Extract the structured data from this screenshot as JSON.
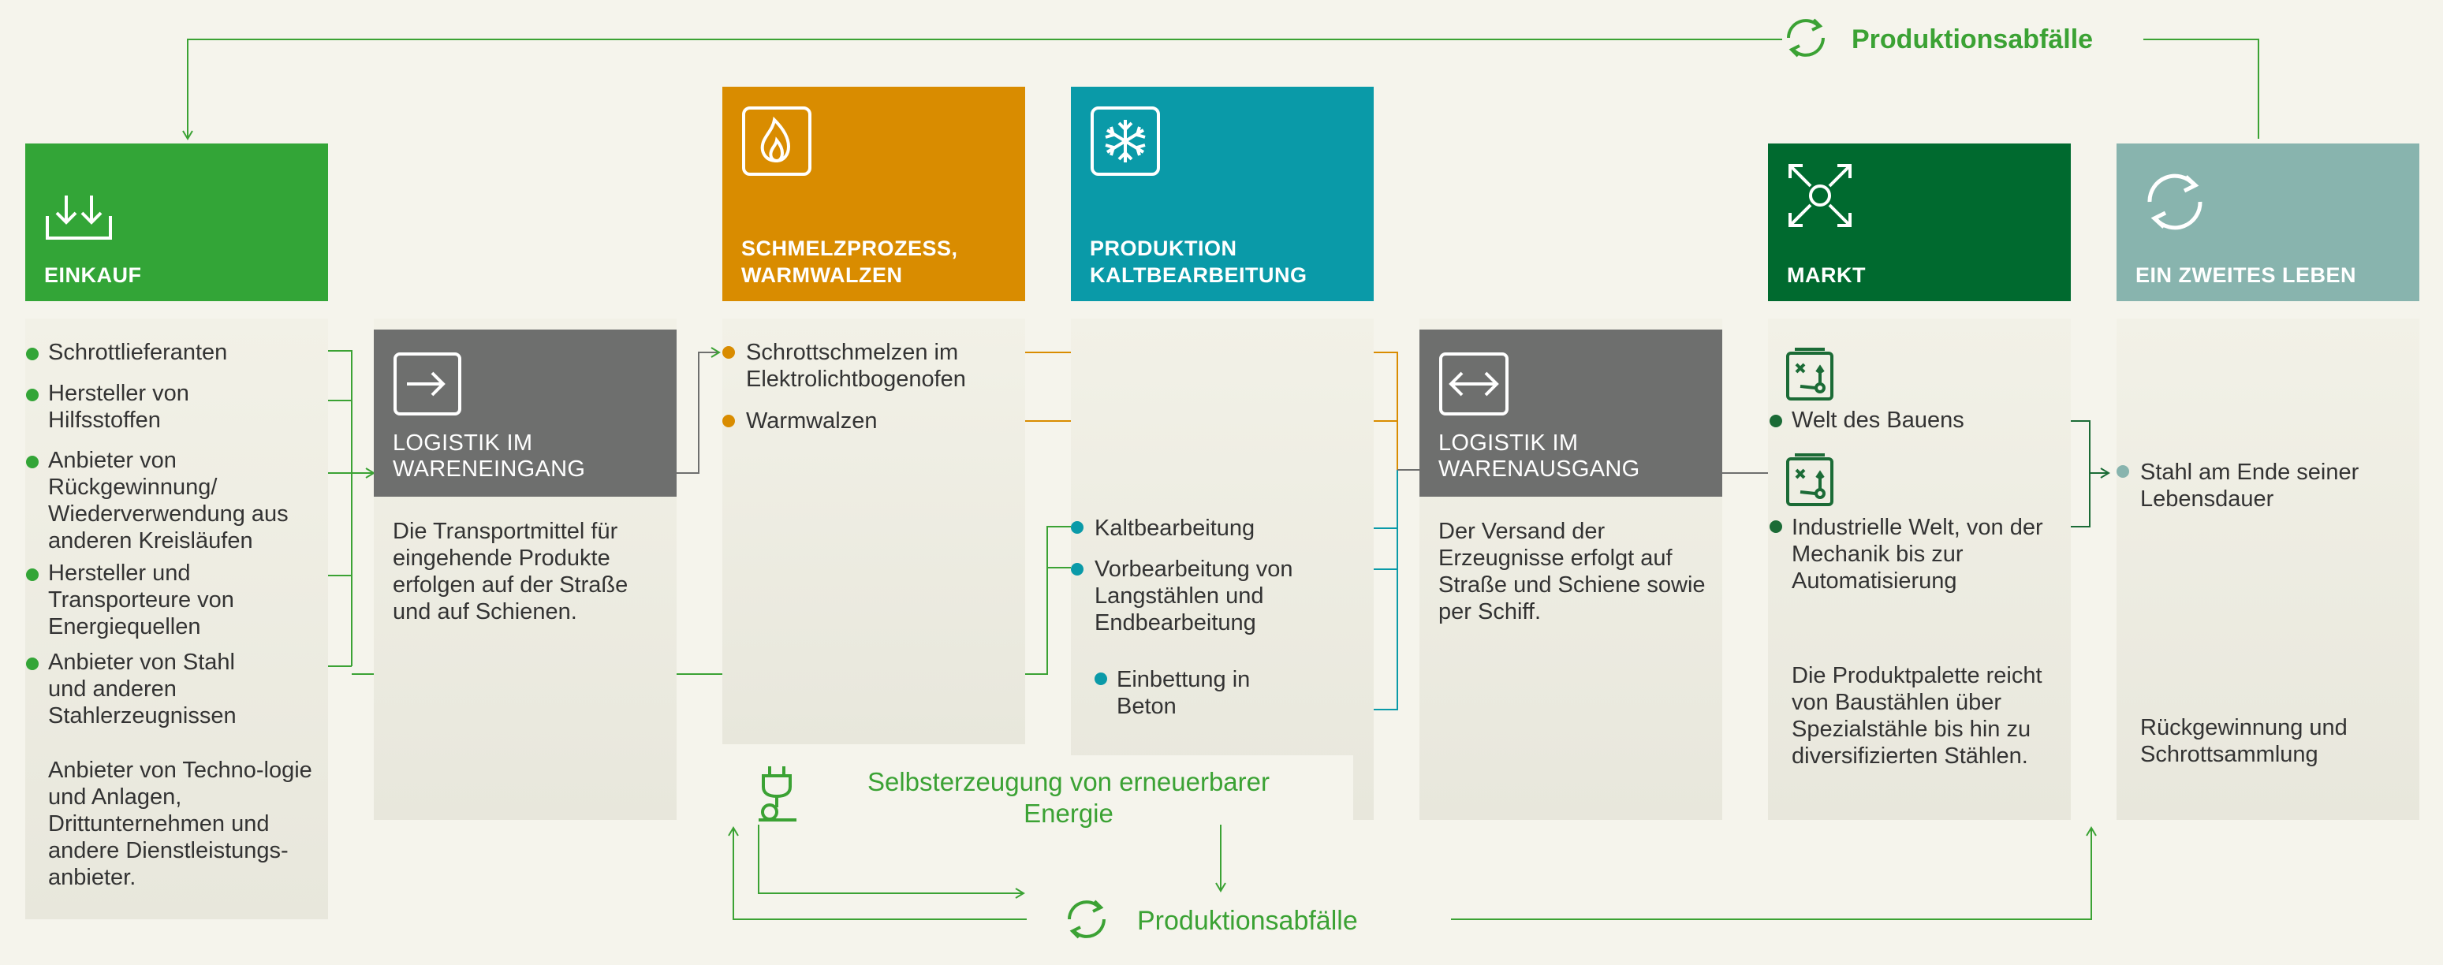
{
  "top_loop": {
    "label": "Produktionsabfälle"
  },
  "bottom_loop": {
    "label": "Produktionsabfälle"
  },
  "energy": {
    "label": "Selbsterzeugung von erneuerbarer Energie"
  },
  "colors": {
    "einkauf": "#33a537",
    "schmelz": "#d98c00",
    "produktion": "#0a9aa8",
    "markt": "#006a2f",
    "zweites": "#88b4ae",
    "logistik": "#6e6f6e",
    "green_line": "#3ba234",
    "orange_line": "#d98c00",
    "teal_line": "#0a9aa8",
    "dark_line": "#1b6b36",
    "text": "#333333",
    "background": "#f5f4ec"
  },
  "columns": {
    "einkauf": {
      "title": "EINKAUF",
      "icon": "download-tray-icon",
      "items": [
        "Schrottlieferanten",
        "Hersteller von Hilfsstoffen",
        "Anbieter von Rückgewinnung/ Wiederverwendung aus anderen Kreisläufen",
        "Hersteller und Transporteure von Energiequellen",
        "Anbieter von Stahl und anderen Stahlerzeugnissen"
      ],
      "note": "Anbieter von Techno-logie und Anlagen, Drittunternehmen und andere Dienstleistungs-anbieter."
    },
    "logistik_ein": {
      "title": "LOGISTIK IM WARENEINGANG",
      "icon": "arrow-in-icon",
      "text": "Die Transportmittel für eingehende Produkte erfolgen auf der Straße und auf Schienen."
    },
    "schmelz": {
      "title": "SCHMELZPROZESS, WARMWALZEN",
      "icon": "flame-icon",
      "items": [
        "Schrottschmelzen im Elektrolichtbogenofen",
        "Warmwalzen"
      ]
    },
    "produktion": {
      "title": "PRODUKTION KALTBEARBEITUNG",
      "icon": "snowflake-icon",
      "items": [
        "Kaltbearbeitung",
        "Vorbearbeitung von Langstählen und Endbearbeitung",
        "Einbettung in Beton"
      ]
    },
    "logistik_aus": {
      "title": "LOGISTIK IM WARENAUSGANG",
      "icon": "arrows-both-icon",
      "text": "Der Versand der Erzeugnisse erfolgt auf Straße und Schiene sowie per Schiff."
    },
    "markt": {
      "title": "MARKT",
      "icon": "expand-arrows-icon",
      "items": [
        "Welt des Bauens",
        "Industrielle Welt, von der Mechanik bis zur Automatisierung"
      ],
      "text": "Die Produktpalette reicht von Baustählen über Spezialstähle bis hin zu diversifizierten Stählen."
    },
    "zweites": {
      "title": "EIN ZWEITES LEBEN",
      "icon": "recycle-icon",
      "items": [
        "Stahl am Ende seiner Lebensdauer"
      ],
      "text": "Rückgewinnung und Schrottsammlung"
    }
  }
}
